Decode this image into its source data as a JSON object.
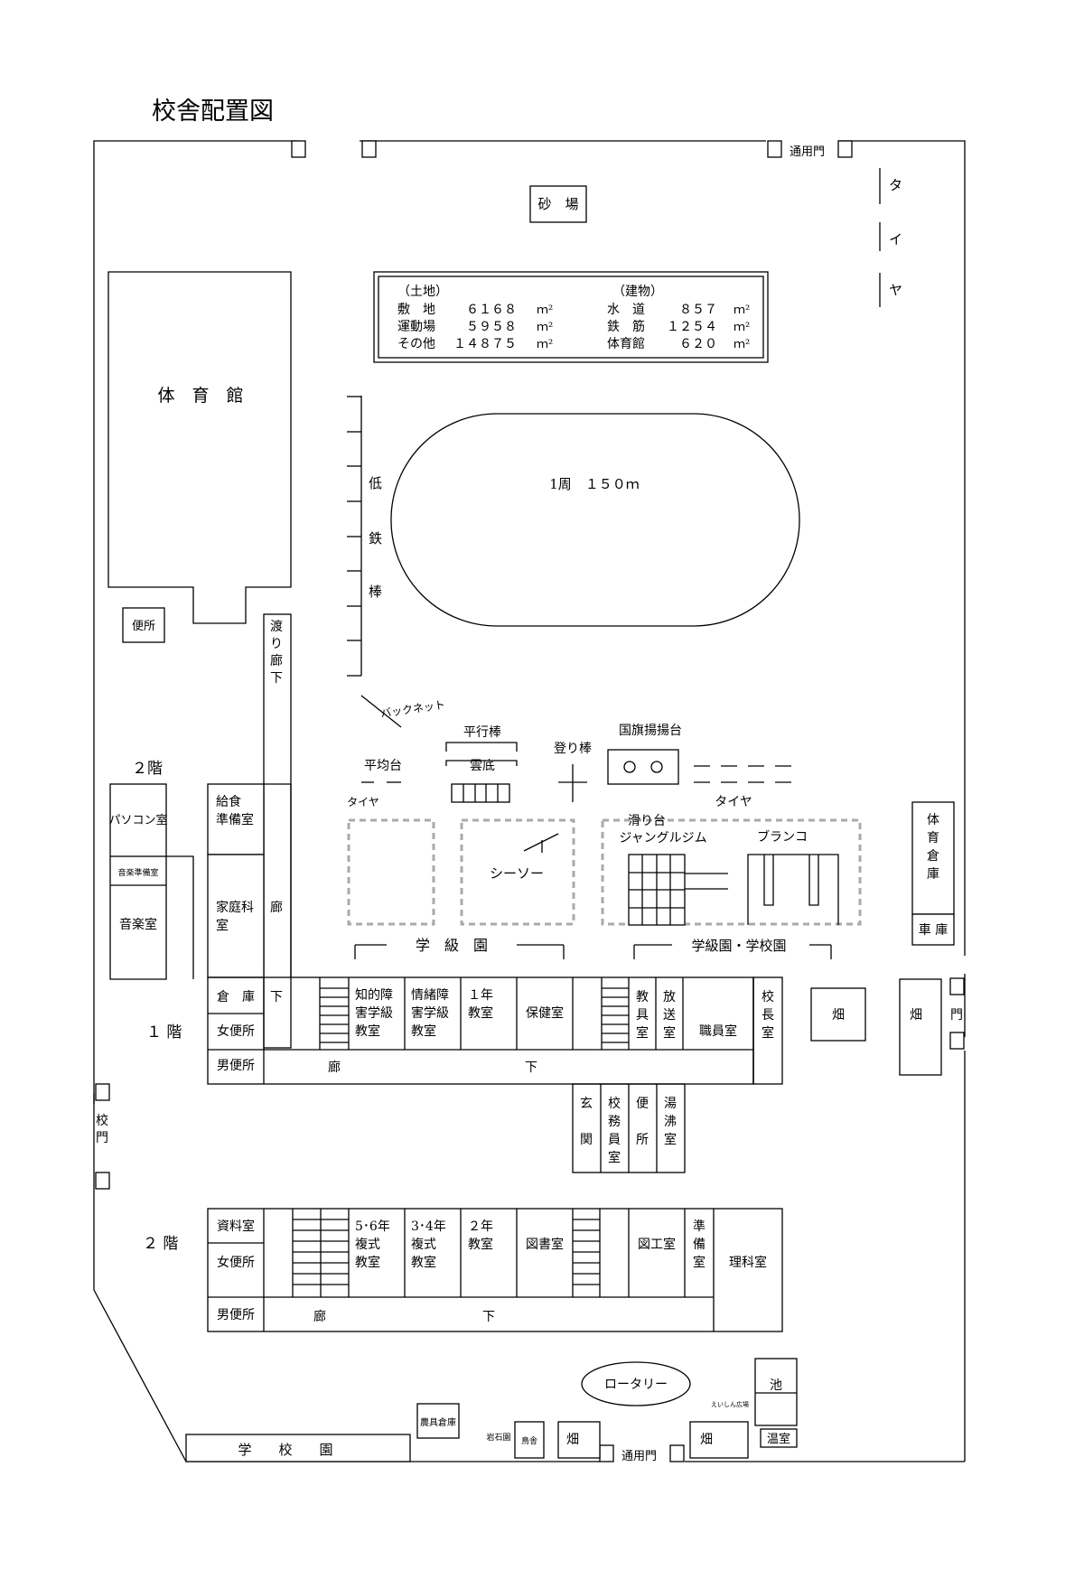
{
  "title": "校舎配置図",
  "facilities": {
    "sand_pit": "砂　場",
    "gate_top": "通用門",
    "gate_bottom": "通用門",
    "gate_right": "門",
    "gate_left": [
      "校",
      "門"
    ],
    "tire_vertical": [
      "タ",
      "イ",
      "ヤ"
    ],
    "gym": "体　育　館",
    "toilet_gym": "便所",
    "corridor_link": [
      "渡",
      "り",
      "廊",
      "下"
    ],
    "low_bar": [
      "低",
      "鉄",
      "棒"
    ],
    "track": "1周　１５０ｍ",
    "back_net": "バックネット",
    "balance_beam": "平均台",
    "parallel_bar": "平行棒",
    "monkey_bars": "雲底",
    "climb_pole": "登り棒",
    "flag_stand": "国旗揚揚台",
    "tire_left": "タイヤ",
    "tire_right": "タイヤ",
    "seesaw": "シーソー",
    "slide": "滑り台",
    "jungle_gym": "ジャングルジム",
    "swing": "ブランコ",
    "class_garden": "学　級　園",
    "class_school_garden": "学級園・学校園",
    "gym_storage": [
      "体",
      "育",
      "倉",
      "庫"
    ],
    "garage": "車 庫",
    "field_1": "畑",
    "field_2": "畑",
    "field_3": "畑",
    "field_4": "畑",
    "rotary": "ロータリー",
    "pond": "池",
    "greenhouse": "温室",
    "small_garden": "えいしん広場",
    "tool_storage": "農具倉庫",
    "rock_garden": "岩石園",
    "bird_house": "鳥舎",
    "school_garden": "学　　校　　園"
  },
  "area_table": {
    "land_header": "（土地）",
    "building_header": "（建物）",
    "land_rows": [
      {
        "label": "敷　地",
        "value": "６１６８",
        "unit": "ｍ²"
      },
      {
        "label": "運動場",
        "value": "５９５８",
        "unit": "ｍ²"
      },
      {
        "label": "その他",
        "value": "１４８７５",
        "unit": "ｍ²"
      }
    ],
    "building_rows": [
      {
        "label": "水　道",
        "value": "８５７",
        "unit": "ｍ²"
      },
      {
        "label": "鉄　筋",
        "value": "１２５４",
        "unit": "ｍ²"
      },
      {
        "label": "体育館",
        "value": "６２０",
        "unit": "ｍ²"
      }
    ]
  },
  "annex": {
    "floor_label": "２階",
    "pc_room": "パソコン室",
    "music_prep": "音楽準備室",
    "music_room": "音楽室",
    "kitchen_prep": [
      "給食",
      "準備室"
    ],
    "home_ec": [
      "家庭科",
      "室"
    ],
    "corridor": [
      "廊",
      "下"
    ]
  },
  "floor1": {
    "label": "１ 階",
    "storage": "倉　庫",
    "girls_wc": "女便所",
    "boys_wc": "男便所",
    "special_class_1": [
      "知的障",
      "害学級",
      "教室"
    ],
    "special_class_2": [
      "情緒障",
      "害学級",
      "教室"
    ],
    "grade1": [
      "１年",
      "教室"
    ],
    "health_room": "保健室",
    "materials_room": [
      "教",
      "具",
      "室"
    ],
    "broadcast_room": [
      "放",
      "送",
      "室"
    ],
    "staff_room": "職員室",
    "principal_room": [
      "校",
      "長",
      "室"
    ],
    "corridor": [
      "廊",
      "下"
    ],
    "entrance": [
      "玄",
      "関"
    ],
    "custodian_room": [
      "校",
      "務",
      "員",
      "室"
    ],
    "wc": [
      "便",
      "所"
    ],
    "boiler_room": [
      "湯",
      "沸",
      "室"
    ]
  },
  "floor2": {
    "label": "２ 階",
    "records_room": "資料室",
    "girls_wc": "女便所",
    "boys_wc": "男便所",
    "class_56": [
      "5･6年",
      "複式",
      "教室"
    ],
    "class_34": [
      "3･4年",
      "複式",
      "教室"
    ],
    "grade2": [
      "２年",
      "教室"
    ],
    "library": "図書室",
    "art_room": "図工室",
    "prep_room": [
      "準",
      "備",
      "室"
    ],
    "science_room": "理科室",
    "corridor": [
      "廊",
      "下"
    ]
  }
}
